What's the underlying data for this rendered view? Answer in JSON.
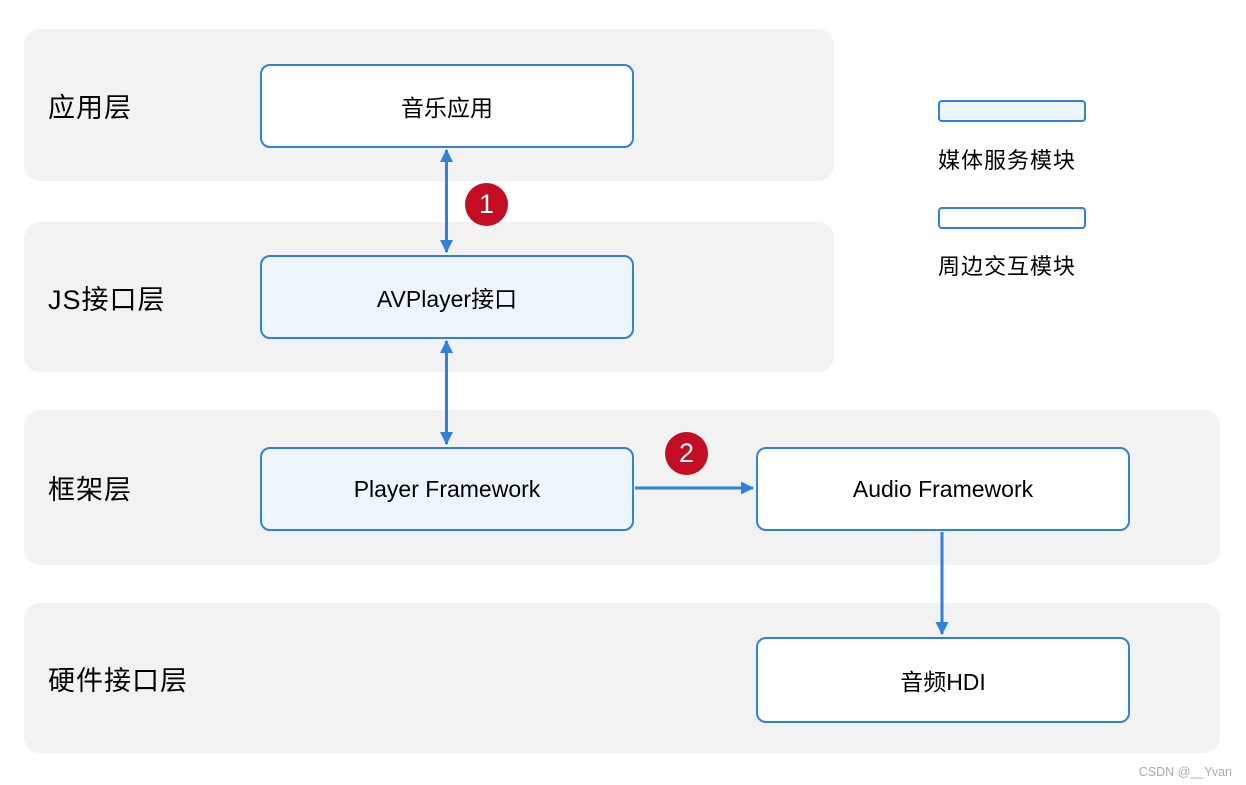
{
  "diagram": {
    "layers": [
      {
        "label": "应用层"
      },
      {
        "label": "JS接口层"
      },
      {
        "label": "框架层"
      },
      {
        "label": "硬件接口层"
      }
    ],
    "nodes": [
      {
        "label": "音乐应用",
        "highlighted": false
      },
      {
        "label": "AVPlayer接口",
        "highlighted": true
      },
      {
        "label": "Player Framework",
        "highlighted": true
      },
      {
        "label": "Audio Framework",
        "highlighted": false
      },
      {
        "label": "音频HDI",
        "highlighted": false
      }
    ],
    "step_badges": [
      {
        "label": "1"
      },
      {
        "label": "2"
      }
    ],
    "legend": [
      {
        "label": "媒体服务模块",
        "highlighted": true
      },
      {
        "label": "周边交互模块",
        "highlighted": false
      }
    ],
    "colors": {
      "accent_blue": "#2E82D9",
      "highlight_fill": "#EDF6FD",
      "band_gray": "#F2F2F2",
      "badge_red": "#C30D23",
      "text": "#000000",
      "watermark_gray": "#ABABAB"
    }
  },
  "watermark": "CSDN @__Yvan"
}
